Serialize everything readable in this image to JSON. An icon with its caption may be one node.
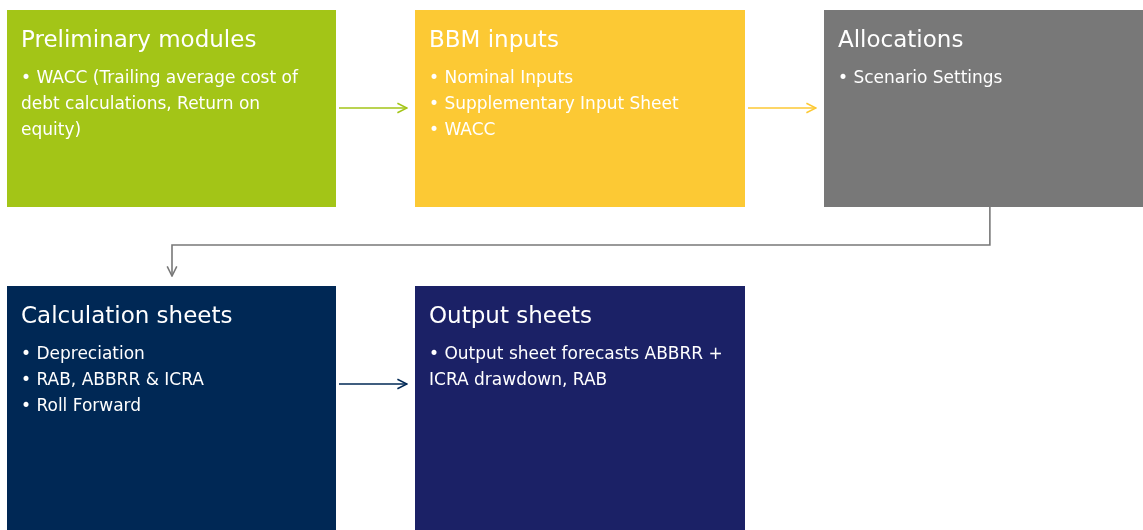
{
  "diagram": {
    "nodes": [
      {
        "text": [
          "Preliminary modules",
          "• WACC (Trailing average cost of debt calculations, Return on equity)"
        ]
      },
      {
        "text": [
          "BBM inputs",
          "• Nominal Inputs",
          "• Supplementary Input Sheet",
          "• WACC"
        ]
      },
      {
        "text": [
          "Allocations",
          "• Scenario Settings"
        ]
      },
      {
        "text": [
          "Calculation sheets",
          "• Depreciation",
          "• RAB, ABBRR & ICRA",
          "• Roll Forward"
        ]
      },
      {
        "text": [
          "Output sheets",
          "• Output sheet forecasts ABBRR + ICRA drawdown, RAB"
        ]
      }
    ],
    "edges": [
      {
        "from": 0,
        "to": 1,
        "arrow": "to",
        "color": "#a3c517"
      },
      {
        "from": 1,
        "to": 2,
        "arrow": "to",
        "color": "#fcc934"
      },
      {
        "from": 2,
        "to": 3,
        "arrow": "to",
        "color": "#787878"
      },
      {
        "from": 3,
        "to": 4,
        "arrow": "to",
        "color": "#002855"
      }
    ]
  }
}
